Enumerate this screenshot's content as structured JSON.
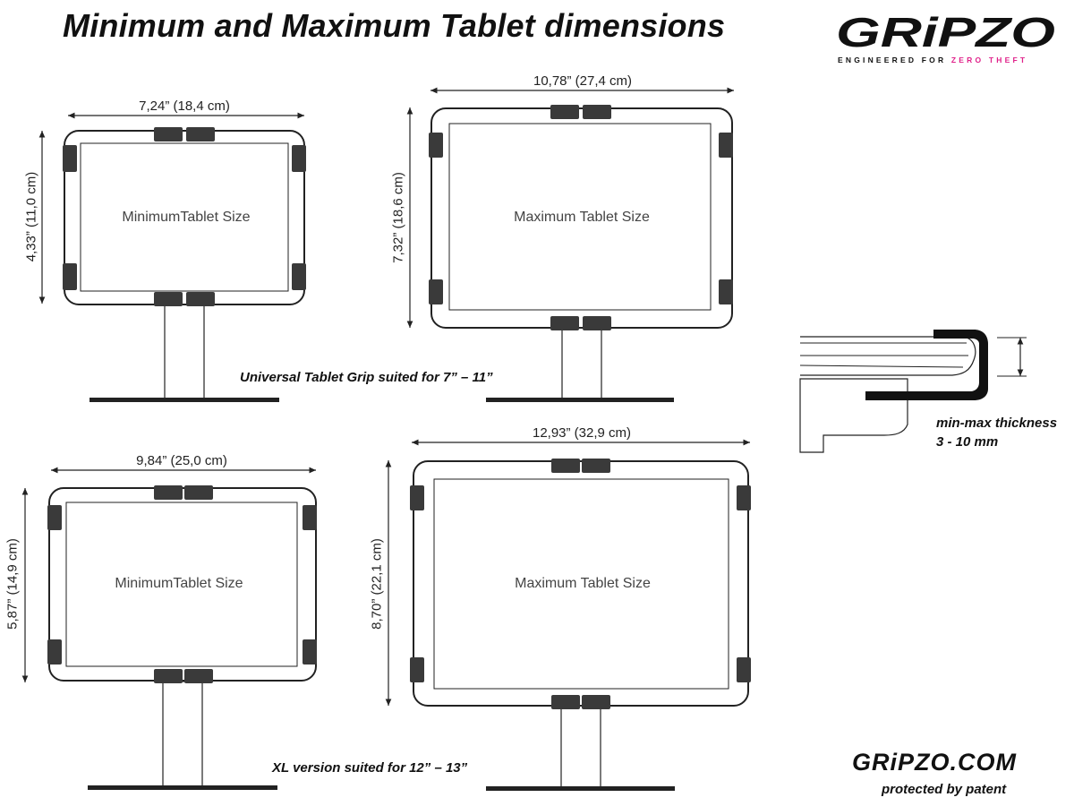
{
  "title": "Minimum and Maximum Tablet dimensions",
  "brand": {
    "name": "GRiPZO",
    "tagline_prefix": "ENGINEERED FOR ",
    "tagline_accent": "ZERO THEFT",
    "accent_color": "#e0218a",
    "website": "GRiPZO.COM",
    "patent_note": "protected by patent"
  },
  "top_min": {
    "width_label": "7,24” (18,4 cm)",
    "height_label": "4,33” (11,0 cm)",
    "screen_label": "MinimumTablet Size"
  },
  "top_max": {
    "width_label": "10,78” (27,4 cm)",
    "height_label": "7,32” (18,6 cm)",
    "screen_label": "Maximum Tablet Size"
  },
  "universal_caption": "Universal Tablet Grip suited for 7” – 11”",
  "bottom_min": {
    "width_label": "9,84” (25,0 cm)",
    "height_label": "5,87” (14,9 cm)",
    "screen_label": "MinimumTablet Size"
  },
  "bottom_max": {
    "width_label": "12,93”  (32,9 cm)",
    "height_label": "8,70” (22,1 cm)",
    "screen_label": "Maximum Tablet Size"
  },
  "xl_caption": "XL version suited for 12” – 13”",
  "thickness": {
    "line1": "min-max thickness",
    "line2": "3 - 10 mm"
  },
  "colors": {
    "clip": "#3a3a3a",
    "frame": "#222222"
  }
}
